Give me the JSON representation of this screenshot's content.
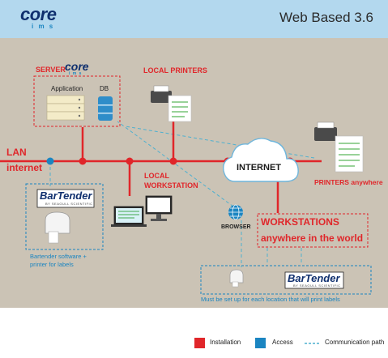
{
  "header": {
    "logo_main": "core",
    "logo_sub": "i m s",
    "version_title": "Web Based 3.6"
  },
  "server": {
    "label": "SERVER",
    "logo_main": "core",
    "logo_sub": "i m s",
    "application_label": "Application",
    "db_label": "DB"
  },
  "local_printers": {
    "label": "LOCAL PRINTERS"
  },
  "lan": {
    "label": "LAN"
  },
  "internet_side": {
    "label": "internet"
  },
  "internet_cloud": {
    "label": "INTERNET"
  },
  "printers_anywhere": {
    "label": "PRINTERS anywhere"
  },
  "local_workstation": {
    "line1": "LOCAL",
    "line2": "WORKSTATION"
  },
  "bartender": {
    "logo_text": "BarTender",
    "logo_sub": "BY SEAGULL SCIENTIFIC",
    "caption_line1": "Bartender software +",
    "caption_line2": "printer for labels"
  },
  "browser": {
    "label": "BROWSER"
  },
  "workstations": {
    "line1": "WORKSTATIONS",
    "line2": "anywhere in the world"
  },
  "setup_note": "Must be set up for each location that will print labels",
  "legend": {
    "installation": "Installation",
    "access": "Access",
    "communication": "Communication path"
  },
  "colors": {
    "installation": "#e0262a",
    "access": "#1b85c1",
    "header_bg": "#b3d8ee",
    "canvas_bg": "#cbc3b5",
    "communication": "#4fb0cf"
  },
  "icons": [
    "server-icon",
    "database-icon",
    "printer-icon",
    "cloud-icon",
    "monitor-icon",
    "globe-icon",
    "label-printer-icon"
  ]
}
